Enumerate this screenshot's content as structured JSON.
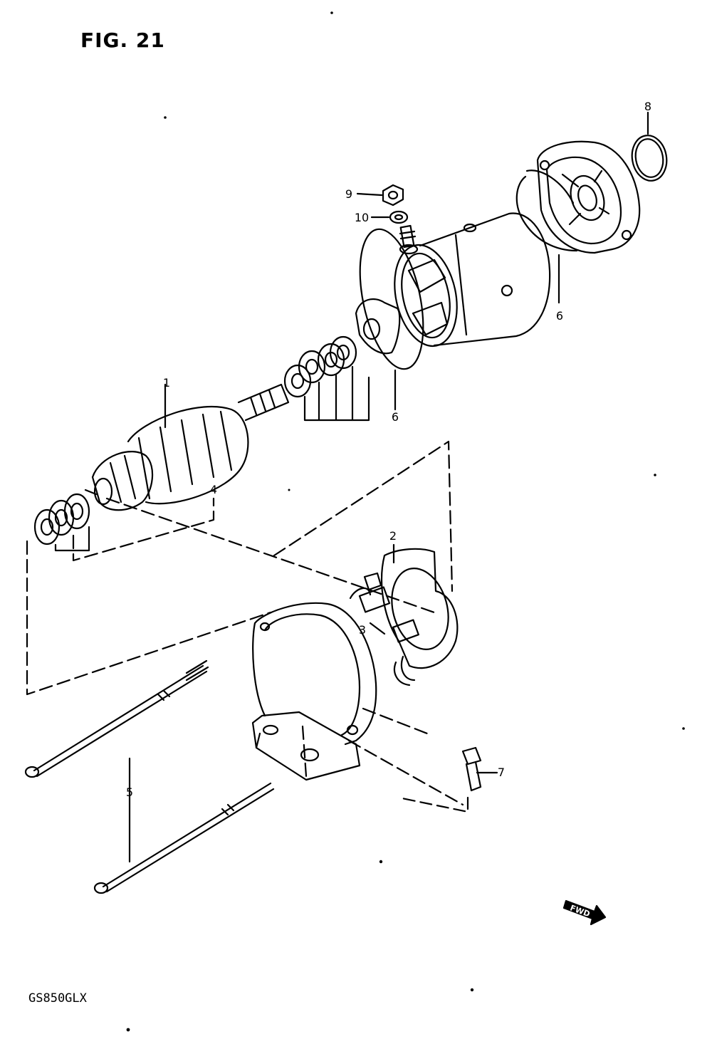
{
  "figure": {
    "title": "FIG. 21",
    "model_code": "GS850GLX",
    "direction_marker": "FWD"
  },
  "callouts": [
    {
      "id": "c1",
      "number": "1"
    },
    {
      "id": "c2",
      "number": "2"
    },
    {
      "id": "c3",
      "number": "3"
    },
    {
      "id": "c4",
      "number": "4"
    },
    {
      "id": "c5",
      "number": "5"
    },
    {
      "id": "c6a",
      "number": "6"
    },
    {
      "id": "c6b",
      "number": "6"
    },
    {
      "id": "c7",
      "number": "7"
    },
    {
      "id": "c8",
      "number": "8"
    },
    {
      "id": "c9",
      "number": "9"
    },
    {
      "id": "c10",
      "number": "10"
    }
  ]
}
